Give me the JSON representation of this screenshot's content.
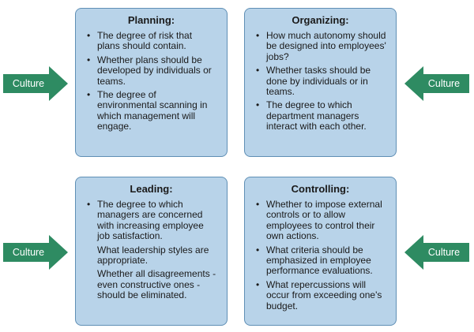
{
  "colors": {
    "box_fill": "#b8d3e9",
    "box_border": "#5f8fb5",
    "arrow": "#2e8b62"
  },
  "arrow_label": "Culture",
  "boxes": {
    "planning": {
      "title": "Planning:",
      "items": [
        "The degree of risk that plans should contain.",
        "Whether plans should be developed by individuals or teams.",
        "The degree of environmental scanning in which management will engage."
      ]
    },
    "organizing": {
      "title": "Organizing:",
      "items": [
        "How much autonomy should be designed into employees' jobs?",
        "Whether tasks should be done by individuals or in teams.",
        "The degree to which department managers interact with each other."
      ]
    },
    "leading": {
      "title": "Leading:",
      "items": [
        "The degree to which managers are concerned with increasing employee job satisfaction.",
        "What leadership styles are appropriate.",
        "Whether all disagreements - even constructive ones - should be eliminated."
      ]
    },
    "controlling": {
      "title": "Controlling:",
      "items": [
        "Whether to impose external controls or to allow employees to control their own actions.",
        "What criteria should be emphasized in employee performance evaluations.",
        "What repercussions will occur from exceeding one's budget."
      ]
    }
  }
}
